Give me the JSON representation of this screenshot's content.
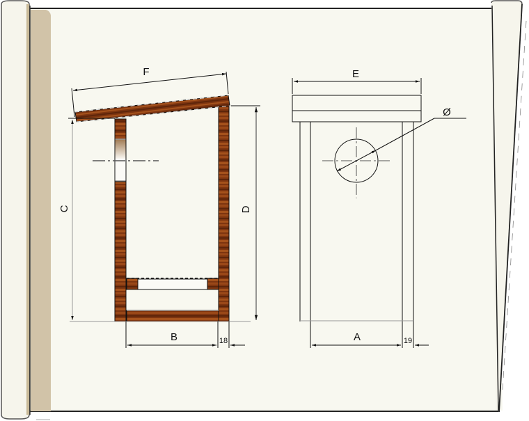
{
  "drawing": {
    "kind": "Birdhouse technical drawing on paper scroll",
    "colors": {
      "paper": "#f8f8f0",
      "paper_shadow": "#d1c3a8",
      "wood_dark": "#6e2c0c",
      "wood_mid": "#8a3d12",
      "wood_light": "#a85a22",
      "line": "#111111",
      "dim_line": "#888888"
    },
    "side_view": {
      "label": "side-view",
      "dimensions": {
        "roof_length": "F",
        "front_height": "C",
        "back_height": "D",
        "floor_width": "B",
        "wall_thickness": "18"
      }
    },
    "front_view": {
      "label": "front-view",
      "dimensions": {
        "roof_width": "E",
        "hole_diameter": "Ø",
        "floor_width": "A",
        "wall_thickness": "19"
      }
    }
  }
}
